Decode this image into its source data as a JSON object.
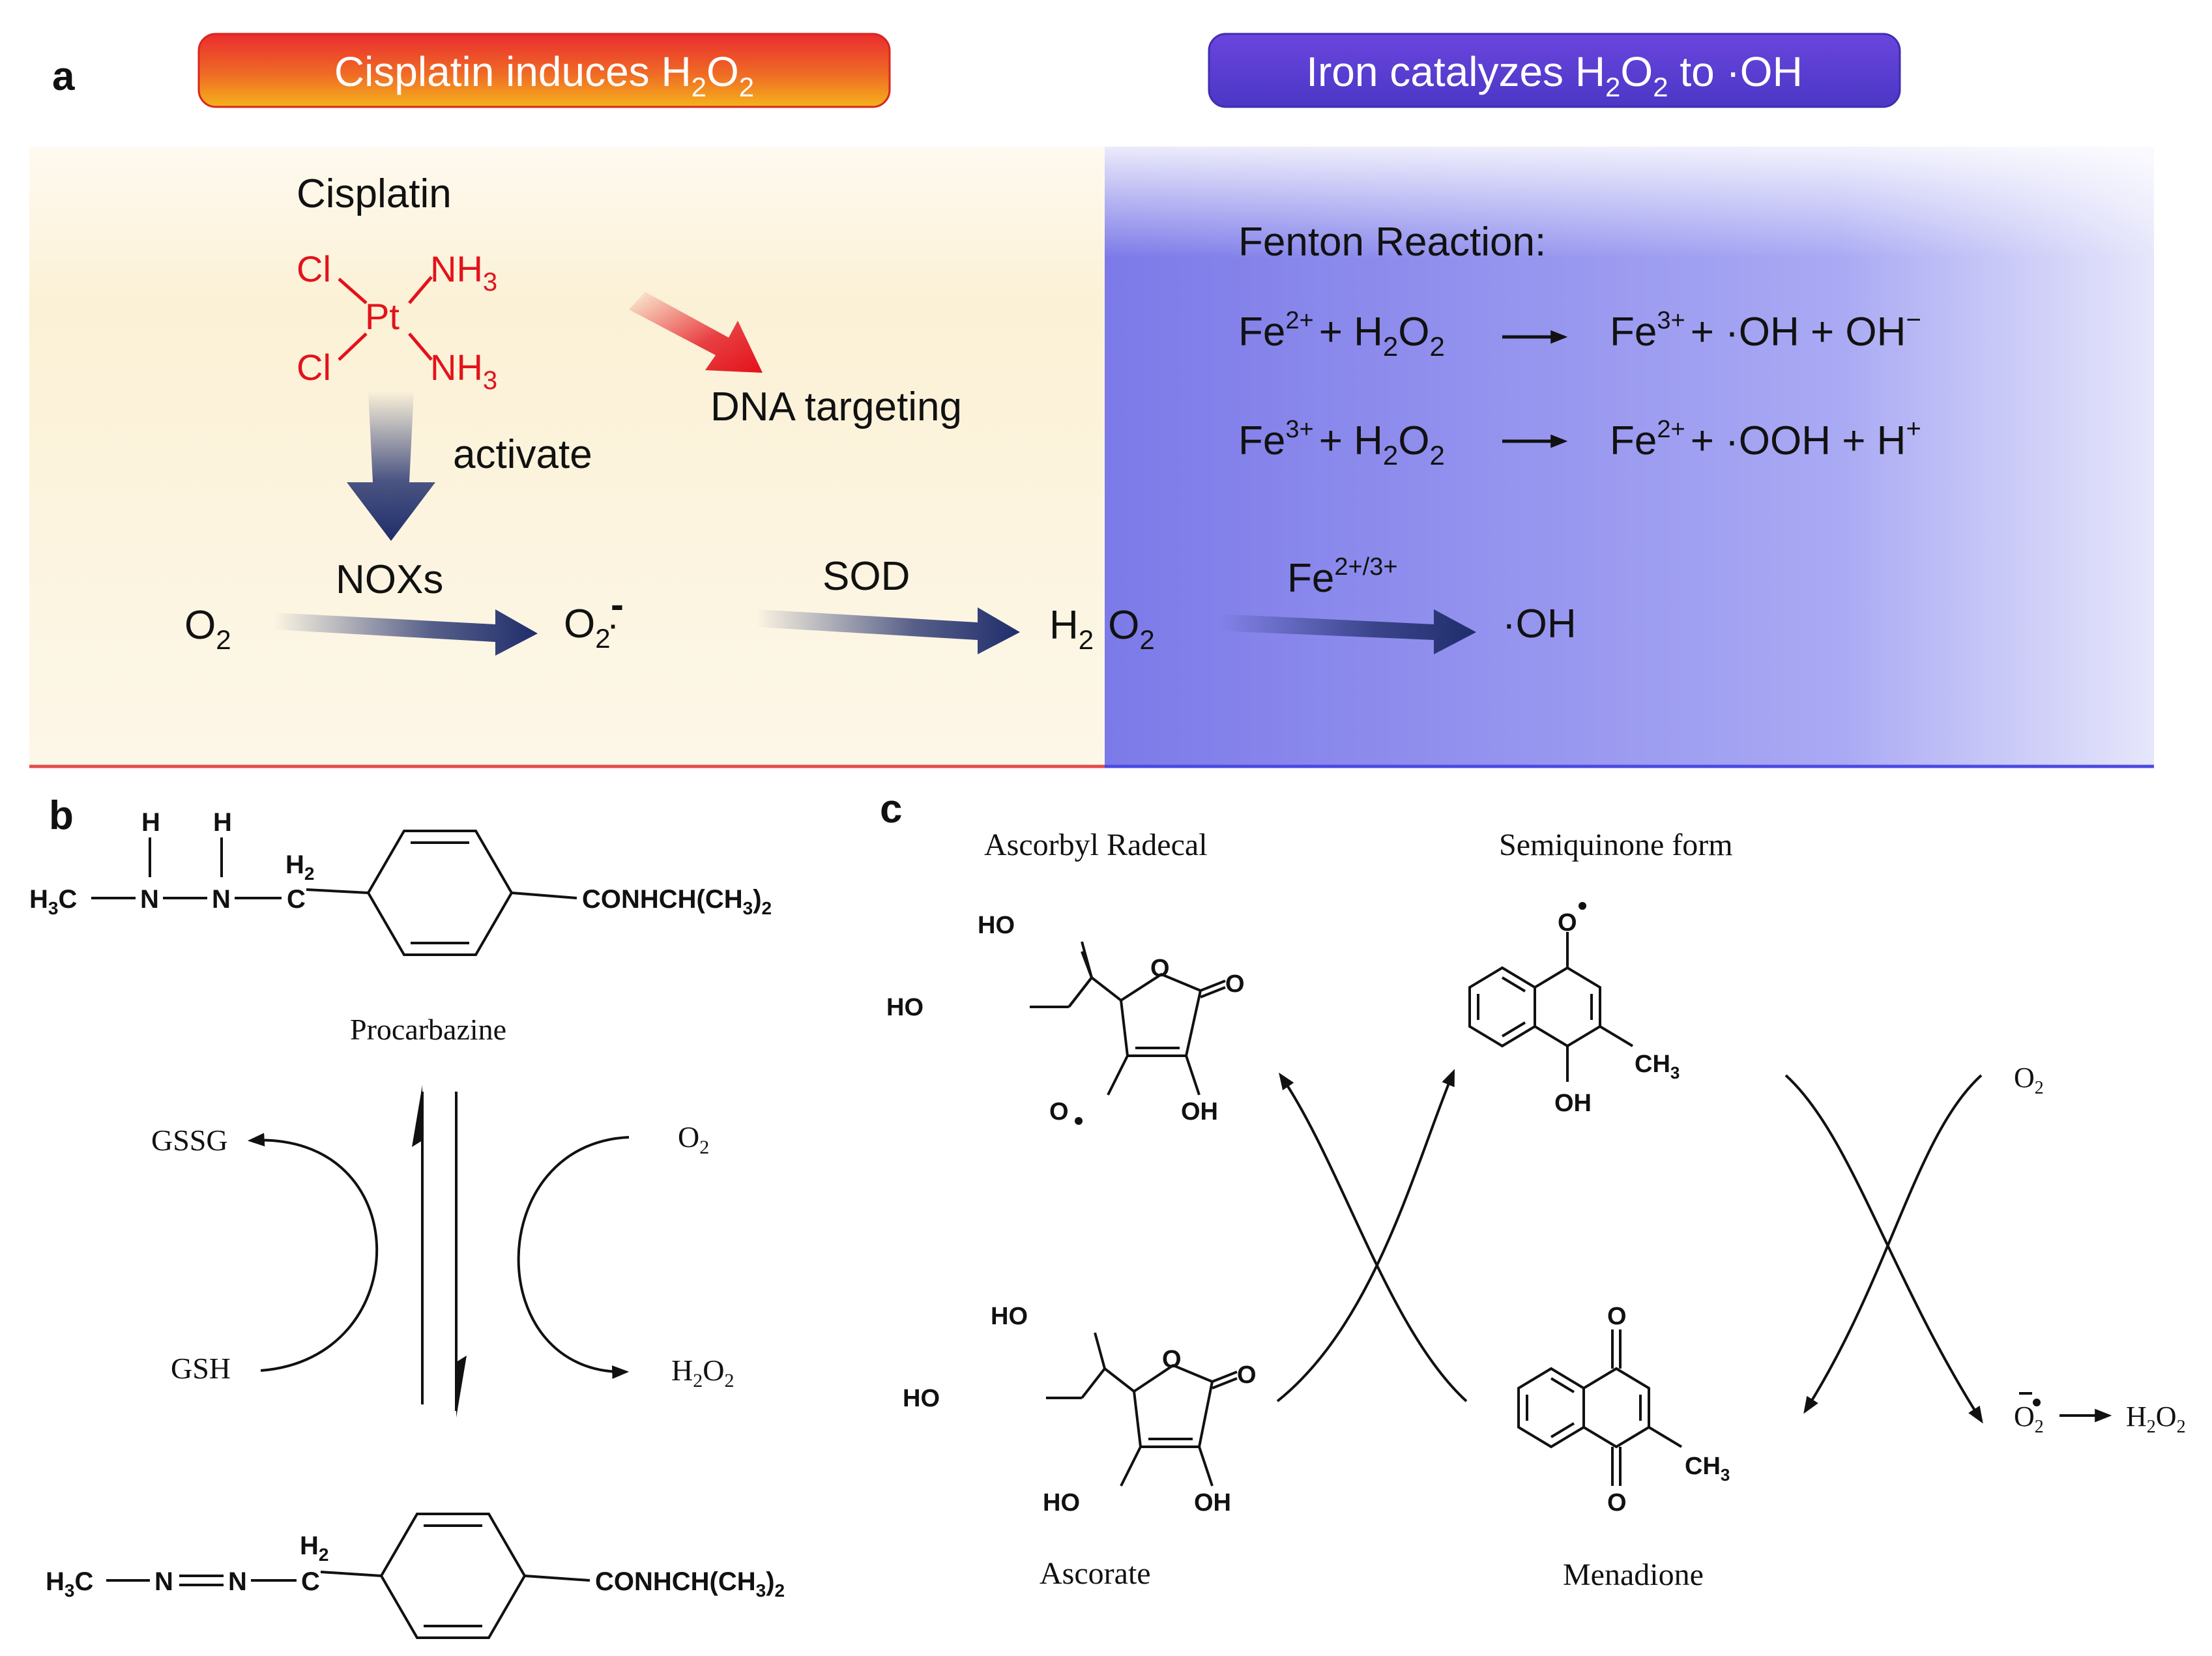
{
  "panel_a": {
    "letter": "a",
    "banner_left": {
      "text": "Cisplatin induces H",
      "sub": "2",
      "text2": "O",
      "sub2": "2"
    },
    "banner_right": {
      "text": "Iron catalyzes H",
      "sub": "2",
      "text2": "O",
      "sub2": "2",
      "text3": " to ·OH"
    },
    "cisplatin": {
      "title": "Cisplatin",
      "cl": "Cl",
      "pt": "Pt",
      "nh": "NH",
      "sub3": "3"
    },
    "dna_targeting": "DNA targeting",
    "activate": "activate",
    "nox": "NOXs",
    "sod": "SOD",
    "fe_catalyst": {
      "text": "Fe",
      "sup": "2+/3+"
    },
    "o2": {
      "text": "O",
      "sub": "2"
    },
    "superoxide": {
      "text": "O",
      "sub": "2",
      "sup": "·",
      "minus": "-"
    },
    "h2o2": {
      "h": "H",
      "sub": "2",
      "o": "O",
      "sub2": "2"
    },
    "oh": "·OH",
    "fenton": {
      "title": "Fenton Reaction:",
      "eq1": {
        "a": "Fe",
        "a_sup": "2+",
        "plus": "+ H",
        "sub": "2",
        "o": "O",
        "sub2": "2",
        "b": "Fe",
        "b_sup": "3+",
        "rest": "+ ·OH  + OH",
        "rest_sup": "−"
      },
      "eq2": {
        "a": "Fe",
        "a_sup": "3+",
        "plus": "+ H",
        "sub": "2",
        "o": "O",
        "sub2": "2",
        "b": "Fe",
        "b_sup": "2+",
        "rest": "+ ·OOH  + H",
        "rest_sup": "+"
      }
    }
  },
  "panel_b": {
    "letter": "b",
    "procarbazine_formula": {
      "h3c": "H",
      "h3c_sub": "3",
      "h3c_c": "C",
      "n": "N",
      "h": "H",
      "ch2": "C",
      "h2": "H",
      "h2_sub": "2",
      "amide": "CONHCH(CH",
      "amide_sub": "3",
      "amide_end": ")",
      "amide_sub2": "2"
    },
    "procarbazine": "Procarbazine",
    "gssg": "GSSG",
    "gsh": "GSH",
    "o2": {
      "text": "O",
      "sub": "2"
    },
    "h2o2": {
      "text": "H",
      "sub": "2",
      "text2": "O",
      "sub2": "2"
    },
    "azo_formula": {
      "h3c": "H",
      "h3c_sub": "3",
      "h3c_c": "C",
      "n": "N",
      "ch2": "C",
      "h2": "H",
      "h2_sub": "2",
      "amide": "CONHCH(CH",
      "amide_sub": "3",
      "amide_end": ")",
      "amide_sub2": "2"
    }
  },
  "panel_c": {
    "letter": "c",
    "ascorbyl_radical": "Ascorbyl Radecal",
    "semiquinone": "Semiquinone form",
    "ascorate": "Ascorate",
    "menadione": "Menadione",
    "ho": "HO",
    "oh": "OH",
    "o": "O",
    "ch3": {
      "text": "CH",
      "sub": "3"
    },
    "o2": {
      "text": "O",
      "sub": "2"
    },
    "superoxide": {
      "text": "O",
      "sub": "2"
    },
    "h2o2": {
      "text": "H",
      "sub": "2",
      "text2": "O",
      "sub2": "2"
    }
  },
  "colors": {
    "banner_left_top": "#e8302e",
    "banner_left_bottom": "#f2a41e",
    "banner_right": "#5a3fd1",
    "panel_left_bg": "#fbf3dc",
    "panel_right_bg": "#8d8cf0",
    "arrow_navy": "#1f2d6b",
    "red": "#e3121b",
    "divider_left": "#e34a4a",
    "divider_right": "#4a4ae3"
  }
}
